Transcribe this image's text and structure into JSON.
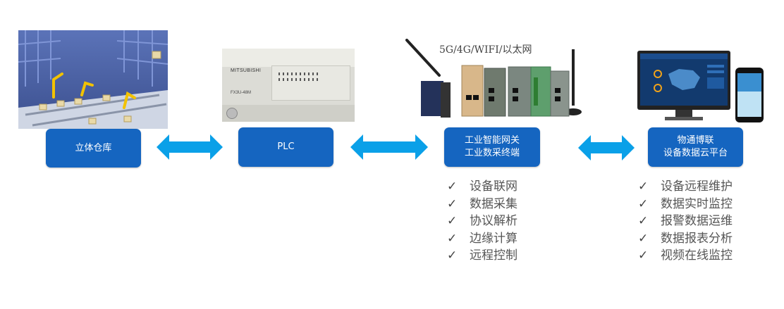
{
  "nodes": {
    "warehouse": {
      "label": "立体仓库"
    },
    "plc": {
      "label": "PLC"
    },
    "gateway": {
      "line1": "工业智能网关",
      "line2": "工业数采终端"
    },
    "cloud": {
      "line1": "物通博联",
      "line2": "设备数据云平台"
    }
  },
  "network_label": "5G/4G/WIFI/以太网",
  "plc_photo": {
    "brand_text": "MITSUBISHI",
    "model_text": "FX3U-48M"
  },
  "gateway_features": [
    {
      "check": "✓",
      "text": "设备联网"
    },
    {
      "check": "✓",
      "text": "数据采集"
    },
    {
      "check": "✓",
      "text": "协议解析"
    },
    {
      "check": "✓",
      "text": "边缘计算"
    },
    {
      "check": "✓",
      "text": "远程控制"
    }
  ],
  "cloud_features": [
    {
      "check": "✓",
      "text": "设备远程维护"
    },
    {
      "check": "✓",
      "text": "数据实时监控"
    },
    {
      "check": "✓",
      "text": "报警数据运维"
    },
    {
      "check": "✓",
      "text": "数据报表分析"
    },
    {
      "check": "✓",
      "text": "视频在线监控"
    }
  ],
  "colors": {
    "node": "#1565c0",
    "arrow": "#0aa0e8",
    "text": "#555555"
  }
}
